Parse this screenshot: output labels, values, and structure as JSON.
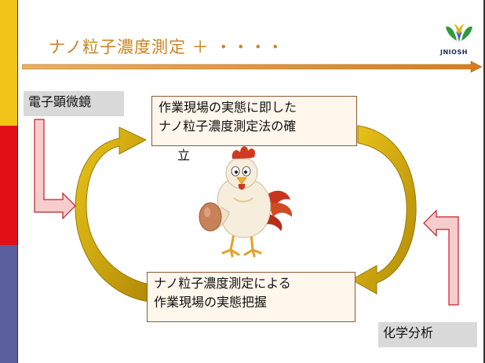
{
  "slide": {
    "title": "ナノ粒子濃度測定 ＋ ・・・・",
    "logo_text": "JNIOSH"
  },
  "labels": {
    "left": "電子顕微鏡",
    "right": "化学分析"
  },
  "boxes": {
    "top_line1": "作業現場の実態に即した",
    "top_line2": "ナノ粒子濃度測定法の確",
    "top_line3": "立",
    "bottom_line1": "ナノ粒子濃度測定による",
    "bottom_line2": "作業現場の実態把握"
  },
  "colors": {
    "accent_bar_top": "#f2c41a",
    "accent_bar_mid": "#e01016",
    "accent_bar_bottom": "#5a5e9c",
    "title": "#c98422",
    "cycle_arrow": "#c9a000",
    "input_arrow_fill": "#f6cccc",
    "input_arrow_stroke": "#c0202a"
  },
  "icons": [
    "logo-icon",
    "chicken-with-egg-illustration"
  ]
}
